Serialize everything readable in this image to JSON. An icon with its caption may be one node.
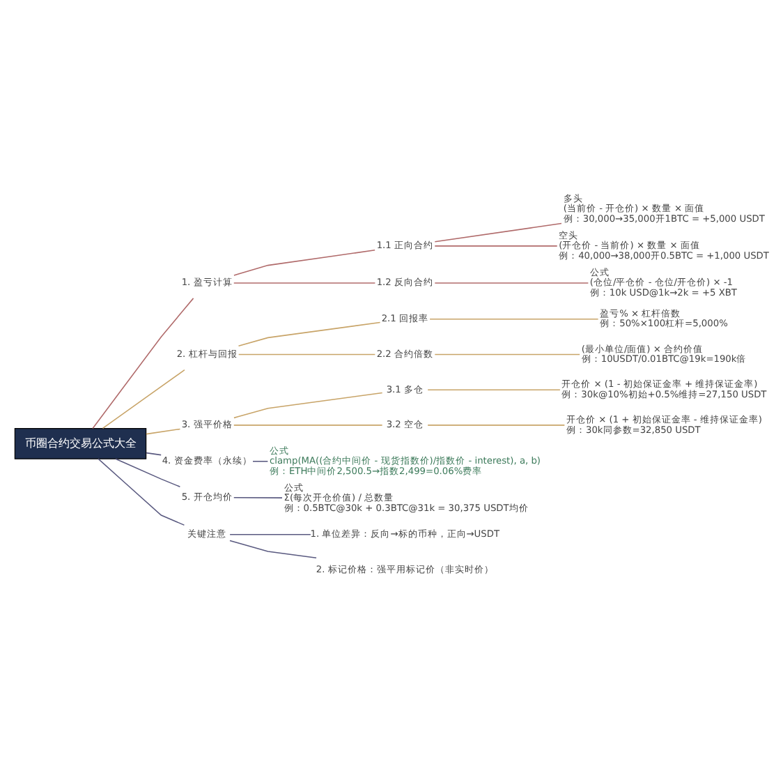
{
  "diagram": {
    "nodes": [
      {
        "text": [
          "币圈合约交易公式大全"
        ]
      },
      {
        "text": [
          "1. 盈亏计算"
        ]
      },
      {
        "text": [
          "1.1 正向合约"
        ]
      },
      {
        "text": [
          "多头",
          "(当前价 - 开仓价) × 数量 × 面值",
          "例：30,000→35,000开1BTC = +5,000 USDT"
        ]
      },
      {
        "text": [
          "空头",
          "(开仓价 - 当前价) × 数量 × 面值",
          "例：40,000→38,000开0.5BTC = +1,000 USDT"
        ]
      },
      {
        "text": [
          "1.2 反向合约"
        ]
      },
      {
        "text": [
          "公式",
          "(仓位/平仓价 - 仓位/开仓价) × -1",
          "例：10k USD@1k→2k = +5 XBT"
        ]
      },
      {
        "text": [
          "2. 杠杆与回报"
        ]
      },
      {
        "text": [
          "2.1 回报率"
        ]
      },
      {
        "text": [
          "盈亏% × 杠杆倍数",
          "例：50%×100杠杆=5,000%"
        ]
      },
      {
        "text": [
          "2.2 合约倍数"
        ]
      },
      {
        "text": [
          "(最小单位/面值) × 合约价值",
          "例：10USDT/0.01BTC@19k=190k倍"
        ]
      },
      {
        "text": [
          "3. 强平价格"
        ]
      },
      {
        "text": [
          "3.1 多仓"
        ]
      },
      {
        "text": [
          "开仓价 × (1 - 初始保证金率 + 维持保证金率)",
          "例：30k@10%初始+0.5%维持=27,150 USDT"
        ]
      },
      {
        "text": [
          "3.2 空仓"
        ]
      },
      {
        "text": [
          "开仓价 × (1 + 初始保证金率 - 维持保证金率)",
          "例：30k同参数=32,850 USDT"
        ]
      },
      {
        "text": [
          "4. 资金费率（永续）"
        ]
      },
      {
        "text": [
          "公式",
          "clamp(MA((合约中间价 - 现货指数价)/指数价 - interest), a, b)",
          "例：ETH中间价2,500.5→指数2,499=0.06%费率"
        ]
      },
      {
        "text": [
          "5. 开仓均价"
        ]
      },
      {
        "text": [
          "公式",
          "Σ(每次开仓价值) / 总数量",
          "例：0.5BTC@30k + 0.3BTC@31k = 30,375 USDT均价"
        ]
      },
      {
        "text": [
          "关键注意"
        ]
      },
      {
        "text": [
          "1. 单位差异：反向→标的币种，正向→USDT"
        ]
      },
      {
        "text": [
          "2. 标记价格：强平用标记价（非实时价）"
        ]
      }
    ],
    "edges": [
      {
        "from": 0,
        "to": 1,
        "arrow": "none",
        "color": "#b06a6a"
      },
      {
        "from": 1,
        "to": 2,
        "arrow": "none",
        "color": "#b06a6a"
      },
      {
        "from": 2,
        "to": 3,
        "arrow": "none",
        "color": "#b06a6a"
      },
      {
        "from": 2,
        "to": 4,
        "arrow": "none",
        "color": "#b06a6a"
      },
      {
        "from": 1,
        "to": 5,
        "arrow": "none",
        "color": "#b06a6a"
      },
      {
        "from": 5,
        "to": 6,
        "arrow": "none",
        "color": "#b06a6a"
      },
      {
        "from": 0,
        "to": 7,
        "arrow": "none",
        "color": "#c8a468"
      },
      {
        "from": 7,
        "to": 8,
        "arrow": "none",
        "color": "#c8a468"
      },
      {
        "from": 8,
        "to": 9,
        "arrow": "none",
        "color": "#c8a468"
      },
      {
        "from": 7,
        "to": 10,
        "arrow": "none",
        "color": "#c8a468"
      },
      {
        "from": 10,
        "to": 11,
        "arrow": "none",
        "color": "#c8a468"
      },
      {
        "from": 0,
        "to": 12,
        "arrow": "none",
        "color": "#c8a468"
      },
      {
        "from": 12,
        "to": 13,
        "arrow": "none",
        "color": "#c8a468"
      },
      {
        "from": 13,
        "to": 14,
        "arrow": "none",
        "color": "#c8a468"
      },
      {
        "from": 12,
        "to": 15,
        "arrow": "none",
        "color": "#c8a468"
      },
      {
        "from": 15,
        "to": 16,
        "arrow": "none",
        "color": "#c8a468"
      },
      {
        "from": 0,
        "to": 17,
        "arrow": "none",
        "color": "#5a5a80"
      },
      {
        "from": 17,
        "to": 18,
        "arrow": "none",
        "color": "#5a5a80"
      },
      {
        "from": 0,
        "to": 19,
        "arrow": "none",
        "color": "#5a5a80"
      },
      {
        "from": 19,
        "to": 20,
        "arrow": "none",
        "color": "#5a5a80"
      },
      {
        "from": 0,
        "to": 21,
        "arrow": "none",
        "color": "#5a5a80"
      },
      {
        "from": 21,
        "to": 22,
        "arrow": "none",
        "color": "#5a5a80"
      },
      {
        "from": 21,
        "to": 23,
        "arrow": "none",
        "color": "#5a5a80"
      }
    ]
  }
}
